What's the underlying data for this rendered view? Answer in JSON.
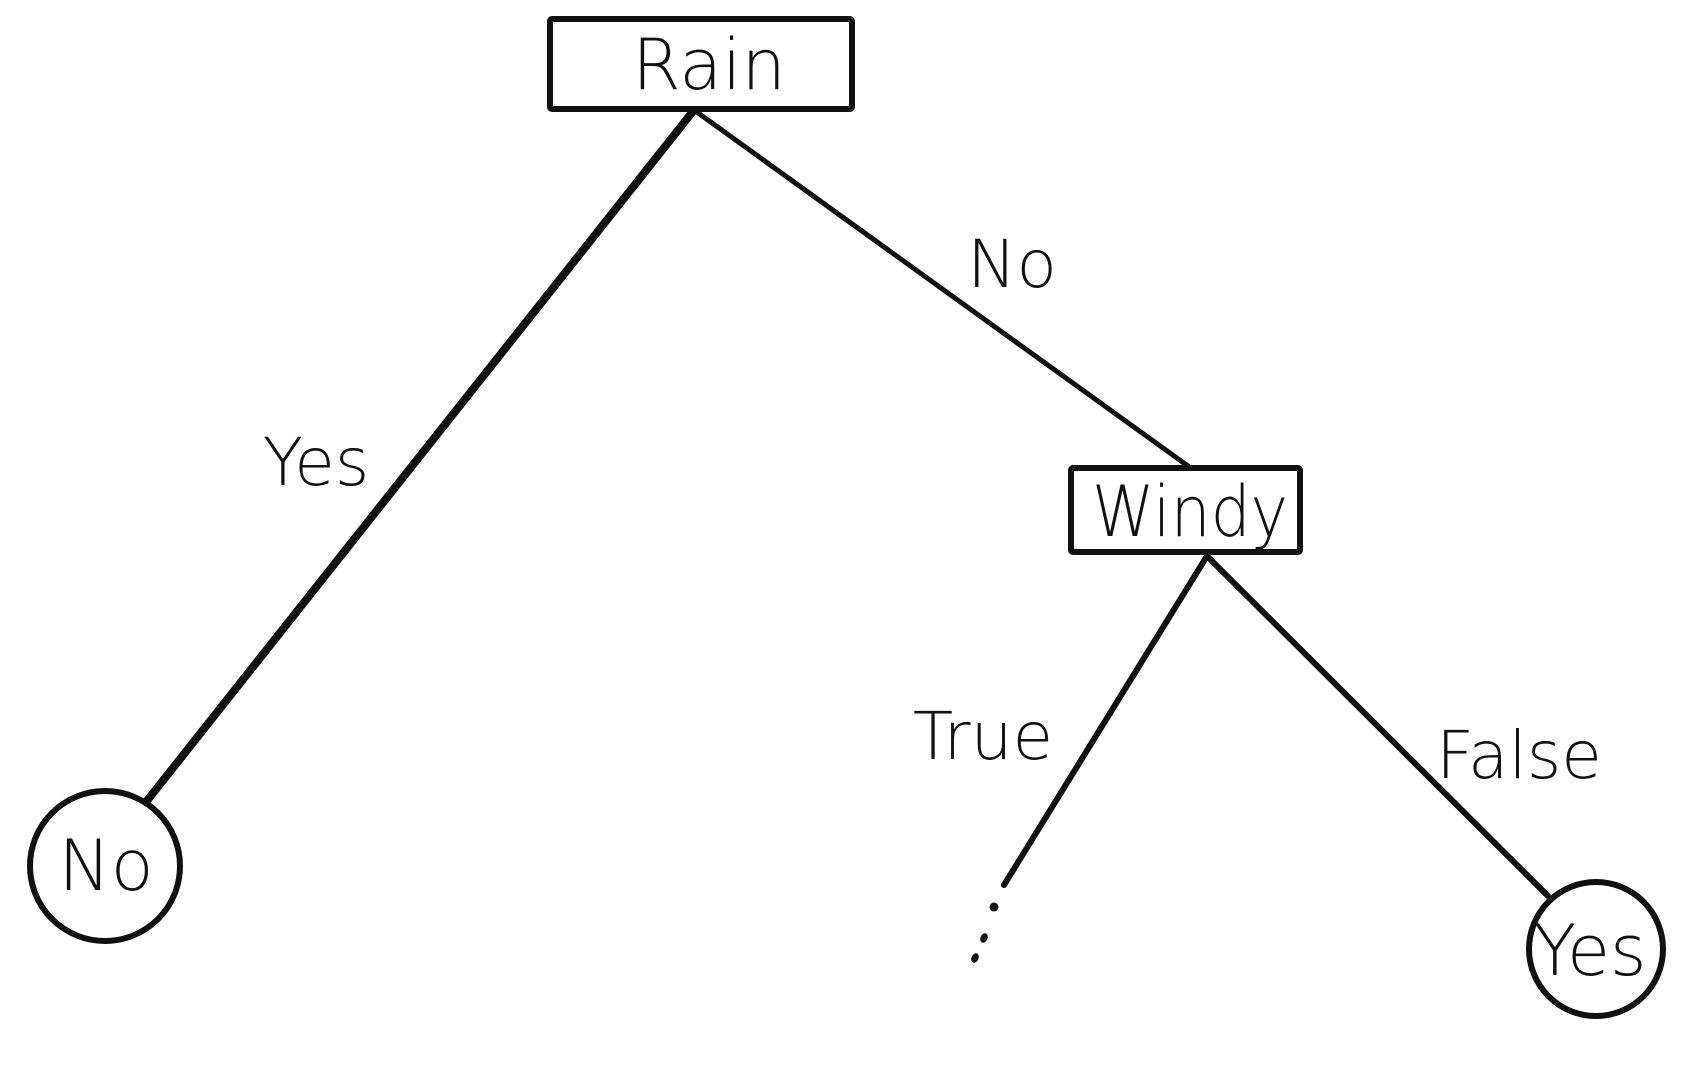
{
  "nodes": {
    "root": {
      "label": "Rain"
    },
    "windy": {
      "label": "Windy"
    },
    "leaf_left": {
      "label": "No"
    },
    "leaf_right": {
      "label": "Yes"
    }
  },
  "edges": {
    "rain_yes": {
      "label": "Yes"
    },
    "rain_no": {
      "label": "No"
    },
    "windy_true": {
      "label": "True"
    },
    "windy_false": {
      "label": "False"
    }
  },
  "colors": {
    "stroke": "#111111",
    "background": "#ffffff"
  }
}
